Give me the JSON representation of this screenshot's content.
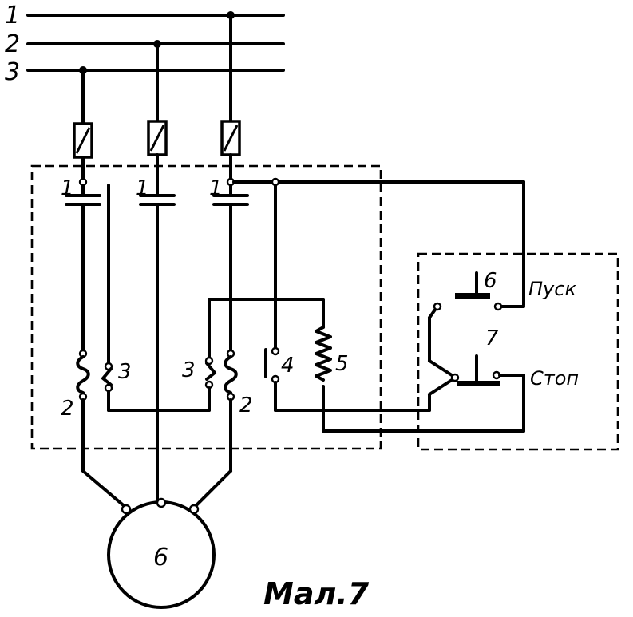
{
  "bus_labels": [
    "1",
    "2",
    "3"
  ],
  "contactor_labels": {
    "main_contact": "1",
    "thermal_element": "2",
    "thermal_contact": "3",
    "aux_contact": "4",
    "coil": "5"
  },
  "buttons": {
    "number_start": "6",
    "number_stop": "7",
    "start": "Пуск",
    "stop": "Стоп"
  },
  "motor_label": "6",
  "caption": "Мал.7"
}
